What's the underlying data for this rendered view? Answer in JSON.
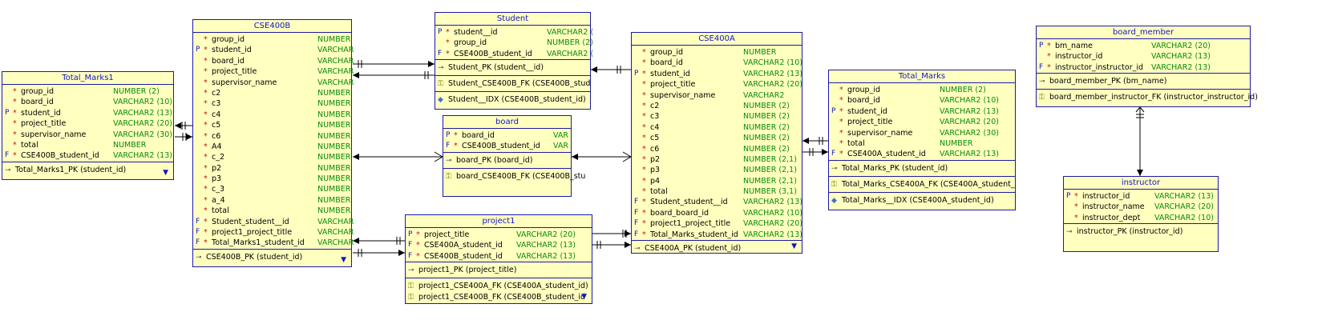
{
  "entities": {
    "total_marks1": {
      "title": "Total_Marks1",
      "columns": [
        {
          "key": "",
          "req": "*",
          "name": "group_id",
          "type": "NUMBER (2)"
        },
        {
          "key": "",
          "req": "*",
          "name": "board_id",
          "type": "VARCHAR2 (10)"
        },
        {
          "key": "P",
          "req": "*",
          "name": "student_id",
          "type": "VARCHAR2 (13)"
        },
        {
          "key": "",
          "req": "*",
          "name": "project_title",
          "type": "VARCHAR2 (20)"
        },
        {
          "key": "",
          "req": "*",
          "name": "supervisor_name",
          "type": "VARCHAR2 (30)"
        },
        {
          "key": "",
          "req": "*",
          "name": "total",
          "type": "NUMBER"
        },
        {
          "key": "F",
          "req": "*",
          "name": "CSE400B_student_id",
          "type": "VARCHAR2 (13)"
        }
      ],
      "keys": [
        "Total_Marks1_PK (student_id)"
      ],
      "fks": [],
      "idx": [],
      "expand_icon": "▼"
    },
    "cse400b": {
      "title": "CSE400B",
      "columns": [
        {
          "key": "",
          "req": "*",
          "name": "group_id",
          "type": "NUMBER"
        },
        {
          "key": "P",
          "req": "*",
          "name": "student_id",
          "type": "VARCHAR"
        },
        {
          "key": "",
          "req": "*",
          "name": "board_id",
          "type": "VARCHAR"
        },
        {
          "key": "",
          "req": "*",
          "name": "project_title",
          "type": "VARCHAR"
        },
        {
          "key": "",
          "req": "*",
          "name": "supervisor_name",
          "type": "VARCHAR"
        },
        {
          "key": "",
          "req": "*",
          "name": "c2",
          "type": "NUMBER"
        },
        {
          "key": "",
          "req": "*",
          "name": "c3",
          "type": "NUMBER"
        },
        {
          "key": "",
          "req": "*",
          "name": "c4",
          "type": "NUMBER"
        },
        {
          "key": "",
          "req": "*",
          "name": "c5",
          "type": "NUMBER"
        },
        {
          "key": "",
          "req": "*",
          "name": "c6",
          "type": "NUMBER"
        },
        {
          "key": "",
          "req": "*",
          "name": "A4",
          "type": "NUMBER"
        },
        {
          "key": "",
          "req": "*",
          "name": "c_2",
          "type": "NUMBER"
        },
        {
          "key": "",
          "req": "*",
          "name": "p2",
          "type": "NUMBER"
        },
        {
          "key": "",
          "req": "*",
          "name": "p3",
          "type": "NUMBER"
        },
        {
          "key": "",
          "req": "*",
          "name": "c_3",
          "type": "NUMBER"
        },
        {
          "key": "",
          "req": "*",
          "name": "a_4",
          "type": "NUMBER"
        },
        {
          "key": "",
          "req": "*",
          "name": "total",
          "type": "NUMBER"
        },
        {
          "key": "F",
          "req": "*",
          "name": "Student_student__id",
          "type": "VARCHAR"
        },
        {
          "key": "F",
          "req": "*",
          "name": "project1_project_title",
          "type": "VARCHAR"
        },
        {
          "key": "F",
          "req": "*",
          "name": "Total_Marks1_student_id",
          "type": "VARCHAR"
        }
      ],
      "keys": [
        "CSE400B_PK (student_id)"
      ],
      "fks": [],
      "idx": [],
      "expand_icon": "▼"
    },
    "student": {
      "title": "Student",
      "columns": [
        {
          "key": "P",
          "req": "*",
          "name": "student__id",
          "type": "VARCHAR2 ("
        },
        {
          "key": "",
          "req": "*",
          "name": "group_id",
          "type": "NUMBER (2)"
        },
        {
          "key": "F",
          "req": "*",
          "name": "CSE400B_student_id",
          "type": "VARCHAR2 ("
        }
      ],
      "keys": [
        "Student_PK (student__id)"
      ],
      "fks": [
        "Student_CSE400B_FK (CSE400B_stud"
      ],
      "idx": [
        "Student__IDX (CSE400B_student_id)"
      ],
      "expand_icon": ""
    },
    "board": {
      "title": "board",
      "columns": [
        {
          "key": "P",
          "req": "*",
          "name": "board_id",
          "type": "VAR"
        },
        {
          "key": "F",
          "req": "*",
          "name": "CSE400B_student_id",
          "type": "VAR"
        }
      ],
      "keys": [
        "board_PK (board_id)"
      ],
      "fks": [
        "board_CSE400B_FK (CSE400B_stu"
      ],
      "idx": [],
      "expand_icon": ""
    },
    "project1": {
      "title": "project1",
      "columns": [
        {
          "key": "P",
          "req": "*",
          "name": "project_title",
          "type": "VARCHAR2 (20)"
        },
        {
          "key": "F",
          "req": "*",
          "name": "CSE400A_student_id",
          "type": "VARCHAR2 (13)"
        },
        {
          "key": "F",
          "req": "*",
          "name": "CSE400B_student_id",
          "type": "VARCHAR2 (13)"
        }
      ],
      "keys": [
        "project1_PK (project_title)"
      ],
      "fks": [
        "project1_CSE400A_FK (CSE400A_student_id)",
        "project1_CSE400B_FK (CSE400B_student_id"
      ],
      "idx": [],
      "expand_icon": "▼"
    },
    "cse400a": {
      "title": "CSE400A",
      "columns": [
        {
          "key": "",
          "req": "*",
          "name": "group_id",
          "type": "NUMBER"
        },
        {
          "key": "",
          "req": "*",
          "name": "board_id",
          "type": "VARCHAR2 (10)"
        },
        {
          "key": "P",
          "req": "*",
          "name": "student_id",
          "type": "VARCHAR2 (13)"
        },
        {
          "key": "",
          "req": "*",
          "name": "project_title",
          "type": "VARCHAR2 (20)"
        },
        {
          "key": "",
          "req": "*",
          "name": "supervisor_name",
          "type": "VARCHAR2"
        },
        {
          "key": "",
          "req": "*",
          "name": "c2",
          "type": "NUMBER (2)"
        },
        {
          "key": "",
          "req": "*",
          "name": "c3",
          "type": "NUMBER (2)"
        },
        {
          "key": "",
          "req": "*",
          "name": "c4",
          "type": "NUMBER (2)"
        },
        {
          "key": "",
          "req": "*",
          "name": "c5",
          "type": "NUMBER (2)"
        },
        {
          "key": "",
          "req": "*",
          "name": "c6",
          "type": "NUMBER (2)"
        },
        {
          "key": "",
          "req": "*",
          "name": "p2",
          "type": "NUMBER (2,1)"
        },
        {
          "key": "",
          "req": "*",
          "name": "p3",
          "type": "NUMBER (2,1)"
        },
        {
          "key": "",
          "req": "*",
          "name": "p4",
          "type": "NUMBER (2,1)"
        },
        {
          "key": "",
          "req": "*",
          "name": "total",
          "type": "NUMBER (3,1)"
        },
        {
          "key": "F",
          "req": "*",
          "name": "Student_student__id",
          "type": "VARCHAR2 (13)"
        },
        {
          "key": "F",
          "req": "*",
          "name": "board_board_id",
          "type": "VARCHAR2 (10)"
        },
        {
          "key": "F",
          "req": "*",
          "name": "project1_project_title",
          "type": "VARCHAR2 (20)"
        },
        {
          "key": "F",
          "req": "*",
          "name": "Total_Marks_student_id",
          "type": "VARCHAR2 (13)"
        }
      ],
      "keys": [
        "CSE400A_PK (student_id)"
      ],
      "fks": [],
      "idx": [],
      "expand_icon": "▼"
    },
    "total_marks": {
      "title": "Total_Marks",
      "columns": [
        {
          "key": "",
          "req": "*",
          "name": "group_id",
          "type": "NUMBER (2)"
        },
        {
          "key": "",
          "req": "*",
          "name": "board_id",
          "type": "VARCHAR2 (10)"
        },
        {
          "key": "P",
          "req": "*",
          "name": "student_id",
          "type": "VARCHAR2 (13)"
        },
        {
          "key": "",
          "req": "*",
          "name": "project_title",
          "type": "VARCHAR2 (20)"
        },
        {
          "key": "",
          "req": "*",
          "name": "supervisor_name",
          "type": "VARCHAR2 (30)"
        },
        {
          "key": "",
          "req": "*",
          "name": "total",
          "type": "NUMBER"
        },
        {
          "key": "F",
          "req": "*",
          "name": "CSE400A_student_id",
          "type": "VARCHAR2 (13)"
        }
      ],
      "keys": [
        "Total_Marks_PK (student_id)"
      ],
      "fks": [
        "Total_Marks_CSE400A_FK (CSE400A_student_"
      ],
      "idx": [
        "Total_Marks__IDX (CSE400A_student_id)"
      ],
      "expand_icon": ""
    },
    "board_member": {
      "title": "board_member",
      "columns": [
        {
          "key": "P",
          "req": "*",
          "name": "bm_name",
          "type": "VARCHAR2 (20)"
        },
        {
          "key": "",
          "req": "*",
          "name": "instructor_id",
          "type": "VARCHAR2 (13)"
        },
        {
          "key": "F",
          "req": "*",
          "name": "instructor_instructor_id",
          "type": "VARCHAR2 (13)"
        }
      ],
      "keys": [
        "board_member_PK (bm_name)"
      ],
      "fks": [
        "board_member_instructor_FK (instructor_instructor_id)"
      ],
      "idx": [],
      "expand_icon": ""
    },
    "instructor": {
      "title": "instructor",
      "columns": [
        {
          "key": "P",
          "req": "*",
          "name": "instructor_id",
          "type": "VARCHAR2 (13)"
        },
        {
          "key": "",
          "req": "*",
          "name": "instructor_name",
          "type": "VARCHAR2 (20)"
        },
        {
          "key": "",
          "req": "*",
          "name": "instructor_dept",
          "type": "VARCHAR2 (10)"
        }
      ],
      "keys": [
        "instructor_PK (instructor_id)"
      ],
      "fks": [],
      "idx": [],
      "expand_icon": ""
    }
  },
  "icons": {
    "pk_key": "key-icon",
    "fk_key": "foreign-key-icon",
    "index": "index-diamond-icon",
    "expand": "expand-triangle-icon"
  },
  "colors": {
    "entity_fill": "#ffffc0",
    "entity_border": "#1a1aa8",
    "title_text": "#1515c8",
    "type_text": "#0a8a0a",
    "required_marker": "#d01010",
    "connector": "#000000"
  }
}
